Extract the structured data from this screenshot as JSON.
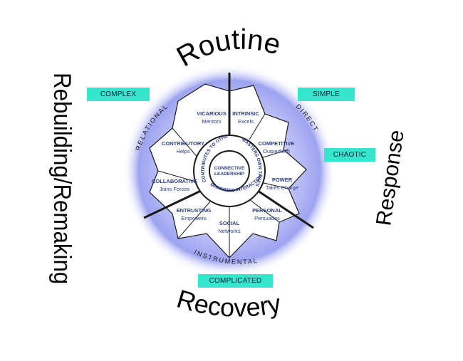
{
  "outer_words": {
    "routine": "Routine",
    "recovery": "Recovery",
    "rebuilding": "Rebuilding/Remaking",
    "response": "Response"
  },
  "tags": {
    "complex": "COMPLEX",
    "simple": "SIMPLE",
    "chaotic": "CHAOTIC",
    "complicated": "COMPLICATED"
  },
  "ring_labels": {
    "relational": "RELATIONAL",
    "direct": "DIRECT",
    "instrumental": "INSTRUMENTAL"
  },
  "petals": [
    {
      "title": "VICARIOUS",
      "sub": "Mentors"
    },
    {
      "title": "INTRINSIC",
      "sub": "Excels"
    },
    {
      "title": "COMPETITIVE",
      "sub": "Outperform"
    },
    {
      "title": "POWER",
      "sub": "Takes Charge"
    },
    {
      "title": "PERSONAL",
      "sub": "Persuades"
    },
    {
      "title": "SOCIAL",
      "sub": "Networks"
    },
    {
      "title": "ENTRUSTING",
      "sub": "Empowers"
    },
    {
      "title": "COLLABORATIVE",
      "sub": "Joins Forces"
    },
    {
      "title": "CONTRIBUTORY",
      "sub": "Helps"
    }
  ],
  "middle_ring": {
    "top_left": "CONTRIBUTES TO OTHERS' TASKS",
    "top_right": "MASTERS OWN TASKS",
    "bottom": "MAXIMIZES INTERACTIONS"
  },
  "center": {
    "line1": "CONNECTIVE",
    "line2": "LEADERSHIP"
  },
  "colors": {
    "tag_bg": "#33e6cc",
    "text_blue": "#2b3f8c",
    "petal_fill": "#ffffff",
    "stroke": "#1a1a1a",
    "glow": "#8a8ff0"
  }
}
